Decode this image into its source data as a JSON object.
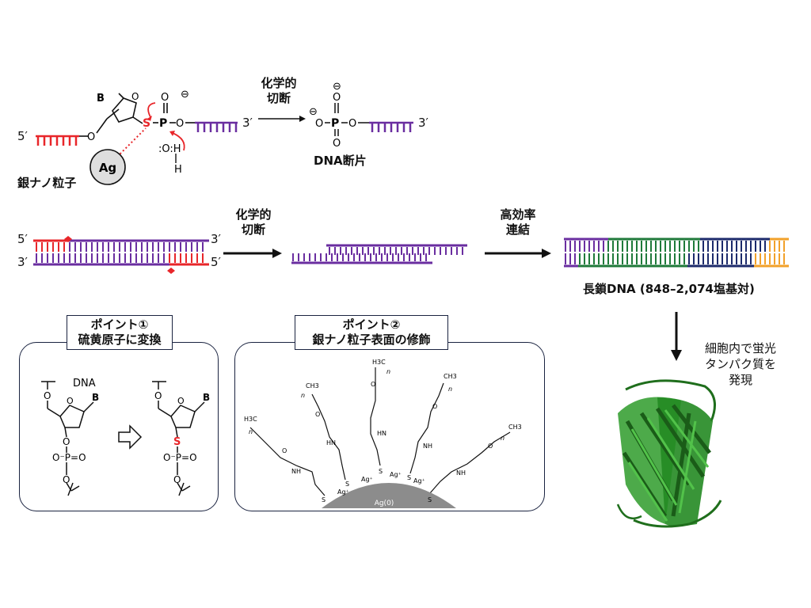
{
  "top_scheme": {
    "five_prime": "5′",
    "three_prime_left": "3′",
    "three_prime_right": "3′",
    "base": "B",
    "o_label": "O",
    "s_label": "S",
    "p_label": "P",
    "oh_label": ":O:H",
    "h_label": "H",
    "minus": "⊖",
    "ag_label": "Ag",
    "nanoparticle_label": "銀ナノ粒子",
    "cleavage_label": "化学的\n切断",
    "fragment_label": "DNA断片"
  },
  "middle_scheme": {
    "five_prime_top": "5′",
    "three_prime_top": "3′",
    "three_prime_bottom": "3′",
    "five_prime_bottom": "5′",
    "cleavage_label": "化学的\n切断",
    "ligation_label": "高効率\n連結",
    "long_dna_label": "長鎖DNA (848–2,074塩基対)",
    "expression_label": "細胞内で蛍光\nタンパク質を\n発現"
  },
  "point1": {
    "title": "ポイント①\n硫黄原子に変換",
    "dna_label": "DNA",
    "base": "B",
    "o": "O",
    "s": "S",
    "phosphate": "O⁻P=O",
    "o_bottom": "O"
  },
  "point2": {
    "title": "ポイント②\n銀ナノ粒子表面の修飾",
    "core_label": "Ag(0)",
    "ag_plus": "Ag⁺",
    "s": "S",
    "nh": "NH",
    "hn": "HN",
    "o": "O",
    "ch3": "CH3",
    "h3c": "H3C",
    "n": "n"
  },
  "colors": {
    "red": "#e8262a",
    "purple": "#6a2ea0",
    "green": "#1f7a3a",
    "navy": "#1c2a6b",
    "orange": "#f2a12a",
    "protein": "#2e9b2a",
    "ag_gray": "#8c8c8c"
  }
}
